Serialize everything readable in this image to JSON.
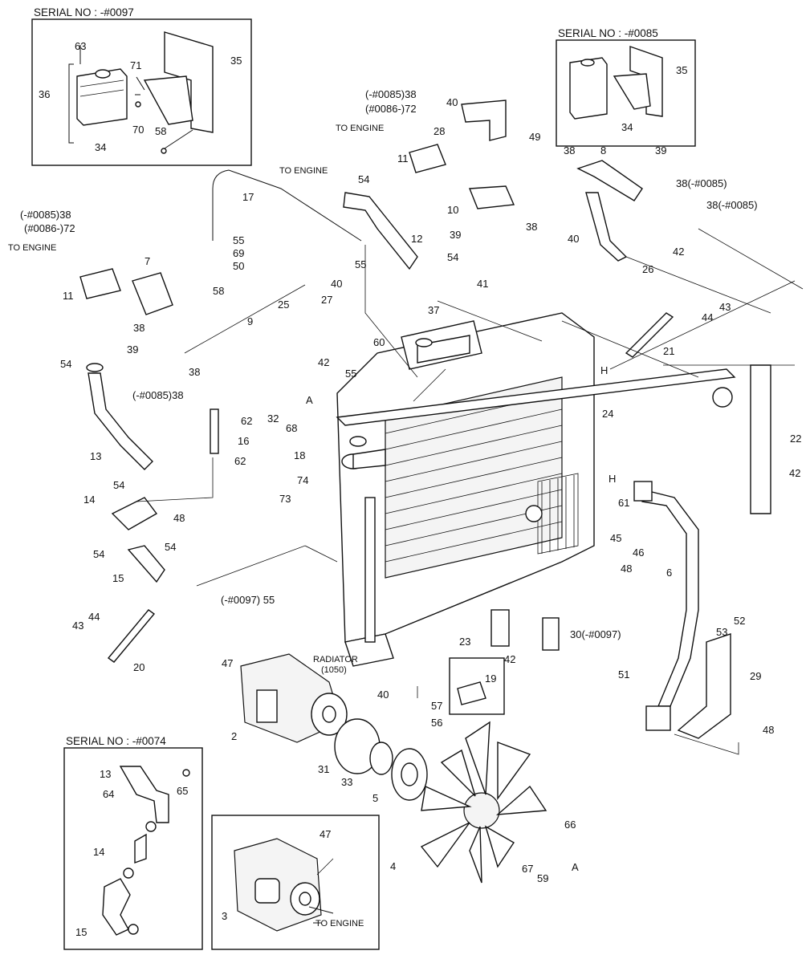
{
  "insets": {
    "top_left_serial": "SERIAL NO : -#0097",
    "top_right_serial": "SERIAL NO : -#0085",
    "bottom_left_serial": "SERIAL NO : -#0074"
  },
  "notes": {
    "to_engine": "TO ENGINE",
    "radiator_title": "RADIATOR",
    "radiator_code": "(1050)",
    "ref_0085_38": "(-#0085)38",
    "ref_0086_72": "(#0086-)72",
    "ref_0097_55": "(-#0097) 55",
    "ref_38_0085": "38(-#0085)",
    "ref_30_0097": "30(-#0097)"
  },
  "callouts": {
    "c63": "63",
    "c71": "71",
    "c35": "35",
    "c36": "36",
    "c70": "70",
    "c34": "34",
    "c58": "58",
    "c40": "40",
    "c49": "49",
    "c38": "38",
    "c8": "8",
    "c39": "39",
    "c28": "28",
    "c11": "11",
    "c10": "10",
    "c54": "54",
    "c17": "17",
    "c12": "12",
    "c55": "55",
    "c69": "69",
    "c50": "50",
    "c26": "26",
    "c42": "42",
    "c7": "7",
    "c41": "41",
    "c43": "43",
    "c44": "44",
    "c37": "37",
    "c9": "9",
    "c27": "27",
    "c25": "25",
    "c60": "60",
    "c21": "21",
    "cH": "H",
    "c13": "13",
    "c62": "62",
    "cA": "A",
    "c32": "32",
    "c68": "68",
    "c24": "24",
    "c22": "22",
    "c16": "16",
    "c18": "18",
    "c61": "61",
    "c14": "14",
    "c48": "48",
    "c74": "74",
    "c73": "73",
    "c45": "45",
    "c46": "46",
    "c15": "15",
    "c6": "6",
    "c20": "20",
    "c23": "23",
    "c53": "53",
    "c52": "52",
    "c47": "47",
    "c57": "57",
    "c19": "19",
    "c29": "29",
    "c51": "51",
    "c2": "2",
    "c56": "56",
    "c31": "31",
    "c33": "33",
    "c5": "5",
    "c64": "64",
    "c65": "65",
    "c66": "66",
    "c4": "4",
    "c67": "67",
    "c59": "59",
    "c3": "3"
  }
}
